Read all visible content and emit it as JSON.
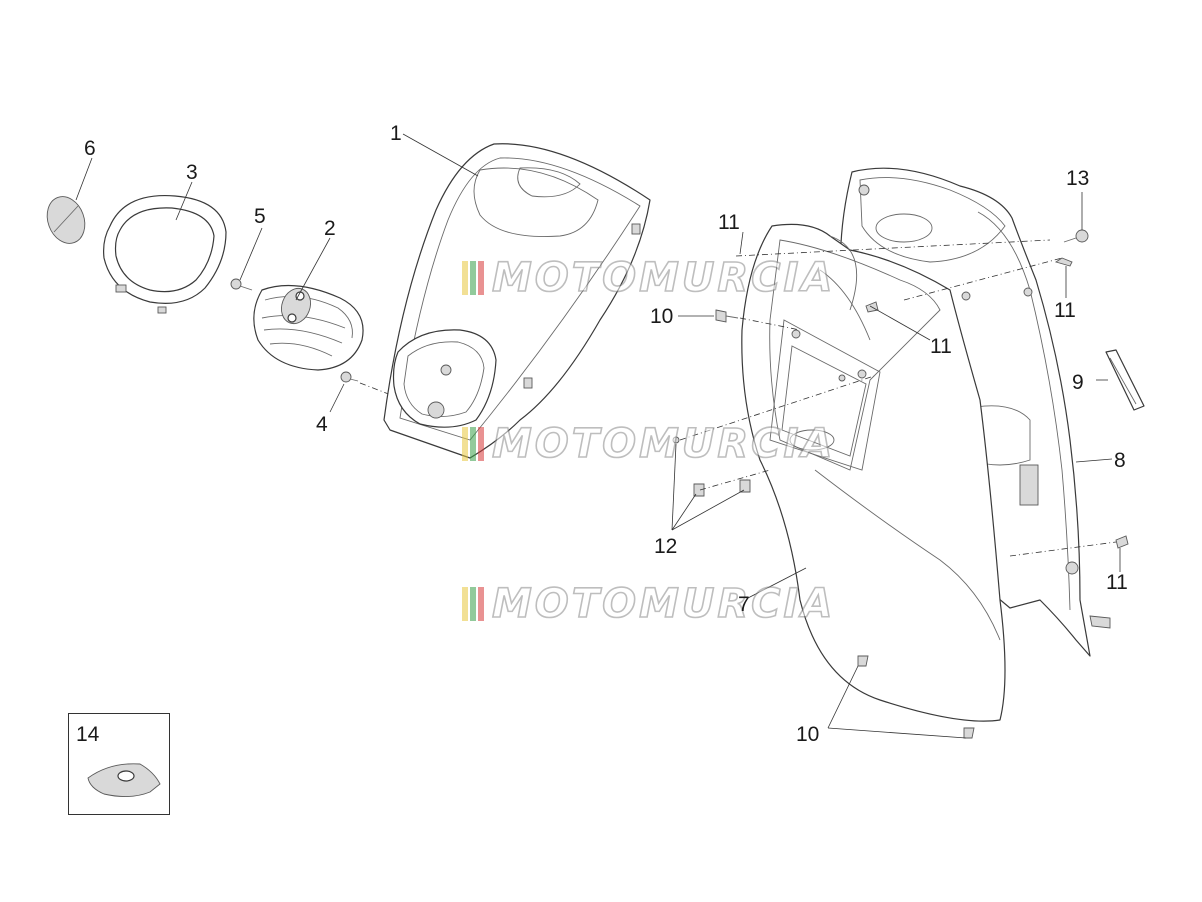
{
  "callouts": [
    {
      "id": "c1",
      "text": "1"
    },
    {
      "id": "c2",
      "text": "2"
    },
    {
      "id": "c3",
      "text": "3"
    },
    {
      "id": "c4",
      "text": "4"
    },
    {
      "id": "c5",
      "text": "5"
    },
    {
      "id": "c6",
      "text": "6"
    },
    {
      "id": "c7",
      "text": "7"
    },
    {
      "id": "c8",
      "text": "8"
    },
    {
      "id": "c9",
      "text": "9"
    },
    {
      "id": "c10a",
      "text": "10"
    },
    {
      "id": "c10b",
      "text": "10"
    },
    {
      "id": "c11a",
      "text": "11"
    },
    {
      "id": "c11b",
      "text": "11"
    },
    {
      "id": "c11c",
      "text": "11"
    },
    {
      "id": "c11d",
      "text": "11"
    },
    {
      "id": "c12",
      "text": "12"
    },
    {
      "id": "c13",
      "text": "13"
    },
    {
      "id": "c14",
      "text": "14"
    }
  ],
  "watermark": {
    "text": "MOTOMURCIA",
    "stripe_colors": [
      "#e8c840",
      "#3aa04a",
      "#d83a3a"
    ]
  }
}
